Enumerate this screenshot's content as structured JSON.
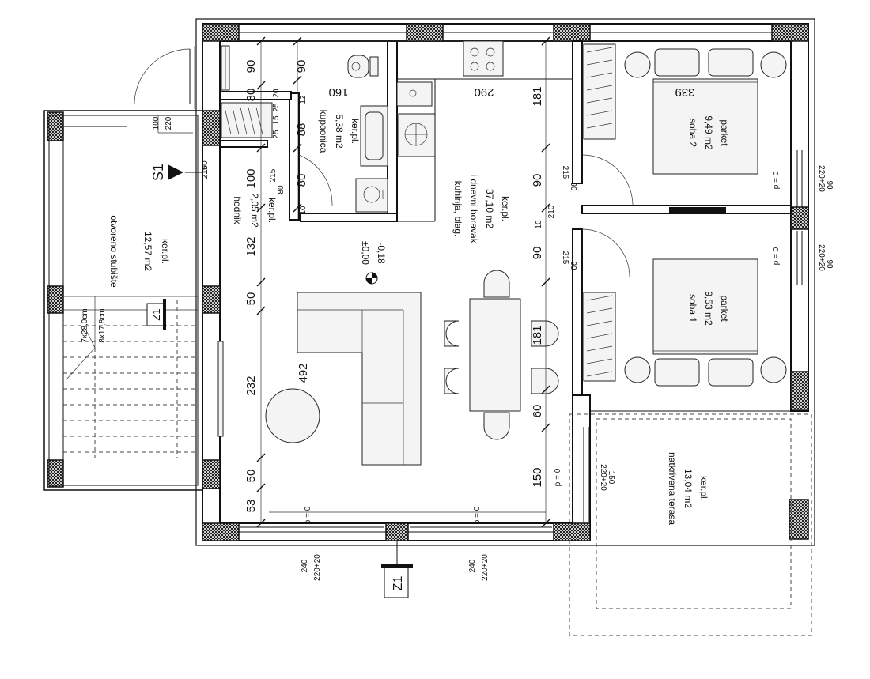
{
  "rooms": {
    "stairs": {
      "name": "otvoreno stubište",
      "area": "12,57 m2",
      "floor": "ker.pl."
    },
    "hallway": {
      "name": "hodnik",
      "area": "2,05 m2",
      "floor": "ker.pl."
    },
    "bathroom": {
      "name": "kupaonica",
      "area": "5,38 m2",
      "floor": "ker.pl."
    },
    "living": {
      "line1": "kuhinja, blag.",
      "line2": "i dnevni boravak",
      "area": "37,10 m2",
      "floor": "ker.pl."
    },
    "bedroom2": {
      "name": "soba 2",
      "area": "9,49 m2",
      "floor": "parket"
    },
    "bedroom1": {
      "name": "soba 1",
      "area": "9,53 m2",
      "floor": "parket"
    },
    "terrace": {
      "name": "natkrivena terasa",
      "area": "13,04 m2",
      "floor": "ker.pl."
    }
  },
  "stairs_spec": {
    "line1": "7x28,0cm",
    "line2": "8x17,8cm"
  },
  "elevation": {
    "top": "±0,00",
    "bottom": "-0,18"
  },
  "sections": {
    "s1": "S1",
    "z1_bottom": "Z1",
    "z1_stair": "Z1"
  },
  "dimensions": {
    "left_chain": [
      "90",
      "80",
      "100",
      "132",
      "50",
      "232",
      "50",
      "53"
    ],
    "left_total": "492",
    "bath_chain": [
      "90",
      "12",
      "88",
      "80",
      "10"
    ],
    "bath_small": [
      "20",
      "25",
      "15",
      "25"
    ],
    "right_chain": [
      "181",
      "90",
      "10",
      "210",
      "90",
      "181",
      "60",
      "150"
    ],
    "horiz_top": [
      "160",
      "290",
      "339"
    ],
    "door_top": {
      "w": "100",
      "h": "220"
    },
    "door_s1": {
      "w": "215",
      "h": "100"
    },
    "door_bath": {
      "w": "215",
      "h": "80"
    },
    "door_bed": {
      "w": "215",
      "h": "90"
    },
    "window_bed": {
      "w": "220+20",
      "h": "90",
      "sill": "p = 0"
    },
    "window_bottom": {
      "w": "240",
      "h": "220+20",
      "sill": "p = 0"
    },
    "window_terrace": {
      "w": "220+20",
      "h": "150",
      "sill": "p = 0"
    }
  }
}
